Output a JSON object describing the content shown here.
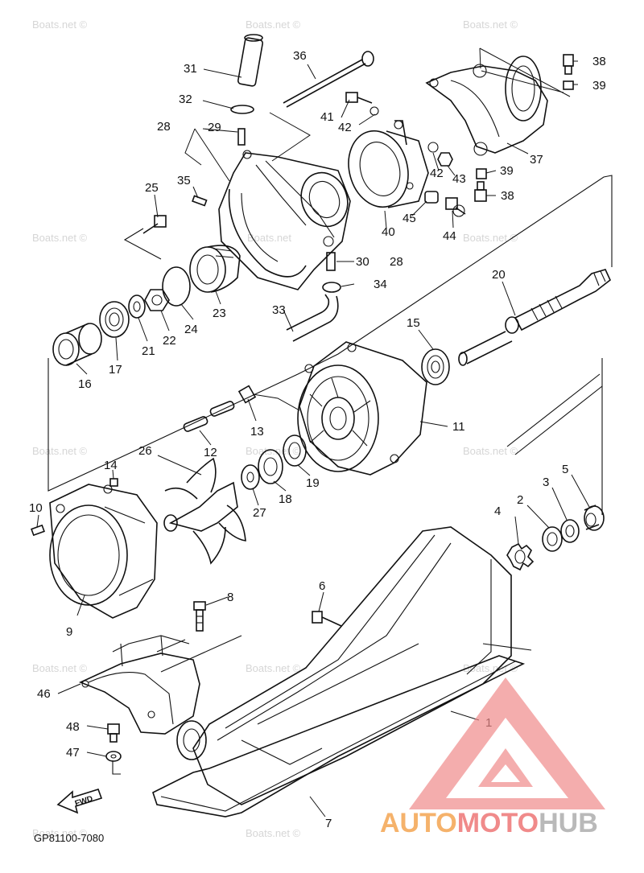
{
  "watermarks": [
    "Boats.net ©",
    "Boats.net ©",
    "Boats.net ©",
    "Boats.net ©",
    "Boats.net",
    "Boats.net ©",
    "Boats.net ©",
    "Boats.net ©",
    "Boats.net ©",
    "Boats.net ©",
    "Boats.net ©",
    "Boats.net ©",
    "Boats.net ©",
    "Boats.net ©"
  ],
  "callouts": [
    "1",
    "2",
    "3",
    "4",
    "5",
    "6",
    "7",
    "8",
    "9",
    "10",
    "11",
    "12",
    "13",
    "14",
    "15",
    "16",
    "17",
    "18",
    "19",
    "20",
    "21",
    "22",
    "23",
    "24",
    "25",
    "26",
    "27",
    "28",
    "28",
    "29",
    "30",
    "31",
    "32",
    "33",
    "34",
    "35",
    "36",
    "37",
    "38",
    "38",
    "39",
    "39",
    "40",
    "41",
    "42",
    "42",
    "43",
    "44",
    "45",
    "46",
    "47",
    "48"
  ],
  "fwd_label": "FWD",
  "diagram_code": "GP81100-7080",
  "brand": {
    "part1": "AUTO",
    "part2": "MOTO",
    "part3": "HUB",
    "logo_color": "#f08a8a",
    "accent_color": "#f5b26b"
  }
}
